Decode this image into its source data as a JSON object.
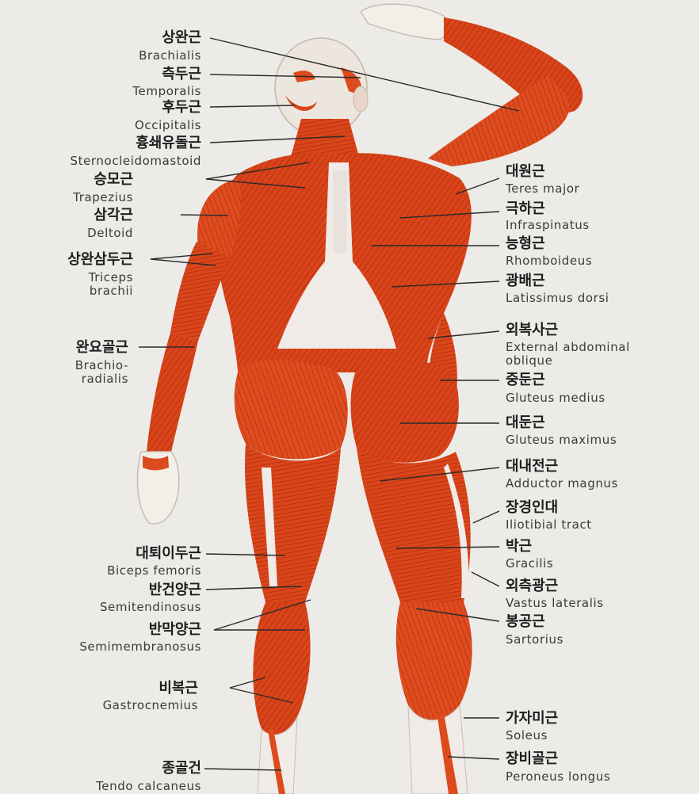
{
  "left_labels": [
    {
      "ko": "상완근",
      "en": "Brachialis"
    },
    {
      "ko": "측두근",
      "en": "Temporalis"
    },
    {
      "ko": "후두근",
      "en": "Occipitalis"
    },
    {
      "ko": "흉쇄유돌근",
      "en": "Sternocleidomastoid"
    },
    {
      "ko": "승모근",
      "en": "Trapezius"
    },
    {
      "ko": "삼각근",
      "en": "Deltoid"
    },
    {
      "ko": "상완삼두근",
      "en": "Triceps",
      "en2": "brachii"
    },
    {
      "ko": "완요골근",
      "en": "Brachio-",
      "en2": "radialis"
    },
    {
      "ko": "대퇴이두근",
      "en": "Biceps femoris"
    },
    {
      "ko": "반건양근",
      "en": "Semitendinosus"
    },
    {
      "ko": "반막양근",
      "en": "Semimembranosus"
    },
    {
      "ko": "비복근",
      "en": "Gastrocnemius"
    },
    {
      "ko": "종골건",
      "en": "Tendo calcaneus"
    }
  ],
  "right_labels": [
    {
      "ko": "대원근",
      "en": "Teres major"
    },
    {
      "ko": "극하근",
      "en": "Infraspinatus"
    },
    {
      "ko": "능형근",
      "en": "Rhomboideus"
    },
    {
      "ko": "광배근",
      "en": "Latissimus dorsi"
    },
    {
      "ko": "외복사근",
      "en": "External abdominal",
      "en2": "oblique"
    },
    {
      "ko": "중둔근",
      "en": "Gluteus medius"
    },
    {
      "ko": "대둔근",
      "en": "Gluteus maximus"
    },
    {
      "ko": "대내전근",
      "en": "Adductor magnus"
    },
    {
      "ko": "장경인대",
      "en": "Iliotibial tract"
    },
    {
      "ko": "박근",
      "en": "Gracilis"
    },
    {
      "ko": "외측광근",
      "en": "Vastus lateralis"
    },
    {
      "ko": "봉공근",
      "en": "Sartorius"
    },
    {
      "ko": "가자미근",
      "en": "Soleus"
    },
    {
      "ko": "장비골근",
      "en": "Peroneus longus"
    }
  ],
  "colors": {
    "muscle": "#dc4a1e",
    "muscle_dark": "#b8300f",
    "muscle_light": "#ee7a45",
    "tendon": "#f1ece8",
    "background": "#eceae6",
    "leader_line": "#2a2a2a"
  }
}
